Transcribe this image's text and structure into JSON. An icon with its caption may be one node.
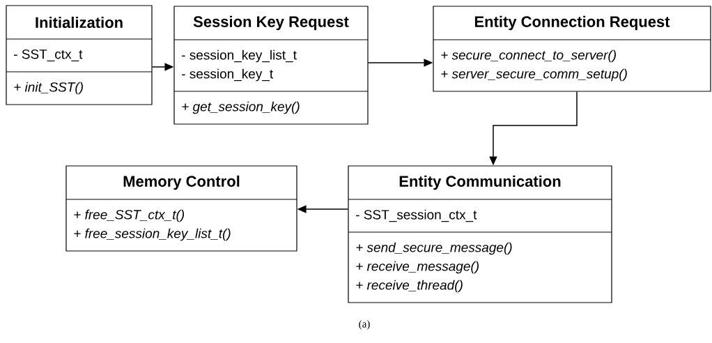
{
  "diagram": {
    "caption": "(a)",
    "nodes": [
      {
        "text": [
          "Initialization",
          "- SST_ctx_t",
          "+ init_SST()"
        ]
      },
      {
        "text": [
          "Session Key Request",
          "- session_key_list_t",
          "- session_key_t",
          "+ get_session_key()"
        ]
      },
      {
        "text": [
          "Entity Connection Request",
          "+ secure_connect_to_server()",
          "+ server_secure_comm_setup()"
        ]
      },
      {
        "text": [
          "Memory Control",
          "+ free_SST_ctx_t()",
          "+ free_session_key_list_t()"
        ]
      },
      {
        "text": [
          "Entity Communication",
          "- SST_session_ctx_t",
          "+ send_secure_message()",
          "+ receive_message()",
          "+ receive_thread()"
        ]
      }
    ],
    "edges": [
      {
        "from": 0,
        "to": 1,
        "arrow": "to"
      },
      {
        "from": 1,
        "to": 2,
        "arrow": "to"
      },
      {
        "from": 2,
        "to": 4,
        "arrow": "to"
      },
      {
        "from": 4,
        "to": 3,
        "arrow": "to"
      }
    ]
  }
}
